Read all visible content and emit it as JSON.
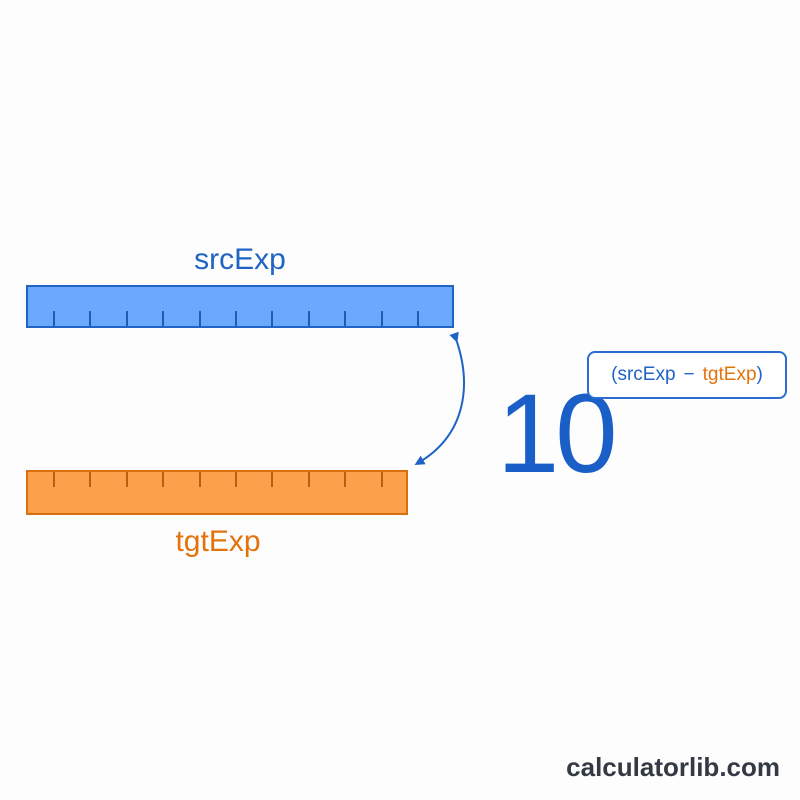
{
  "diagram": {
    "source": {
      "label": "srcExp",
      "color": "#1f63c4",
      "fill": "#6aa9fb",
      "tick_count": 11
    },
    "target": {
      "label": "tgtExp",
      "color": "#e2730c",
      "fill": "#fba14c",
      "tick_count": 10
    },
    "formula": {
      "base": "10",
      "exponent_open": "(",
      "exponent_src": "srcExp",
      "exponent_operator": "−",
      "exponent_tgt": "tgtExp",
      "exponent_close": ")"
    }
  },
  "footer": {
    "brand": "calculatorlib.com"
  }
}
